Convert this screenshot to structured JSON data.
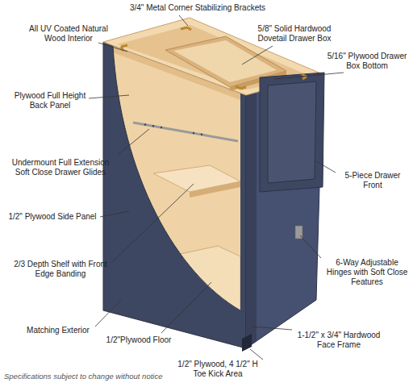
{
  "diagram": {
    "caption": "Specifications subject to change without notice",
    "labels": [
      "3/4\" Metal Corner Stabilizing Brackets",
      "All UV Coated Natural Wood Interior",
      "5/8\" Solid Hardwood Dovetail Drawer Box",
      "5/16\" Plywood Drawer Box Bottom",
      "Plywood Full Height Back Panel",
      "Undermount Full Extension Soft Close Drawer Glides",
      "5-Piece Drawer Front",
      "1/2\" Plywood Side Panel",
      "2/3 Depth Shelf with Front Edge Banding",
      "6-Way Adjustable Hinges with Soft Close Features",
      "Matching Exterior",
      "1-1/2\" x 3/4\" Hardwood Face Frame",
      "1/2\"Plywood Floor",
      "1/2\" Plywood, 4 1/2\" H Toe Kick Area"
    ]
  }
}
